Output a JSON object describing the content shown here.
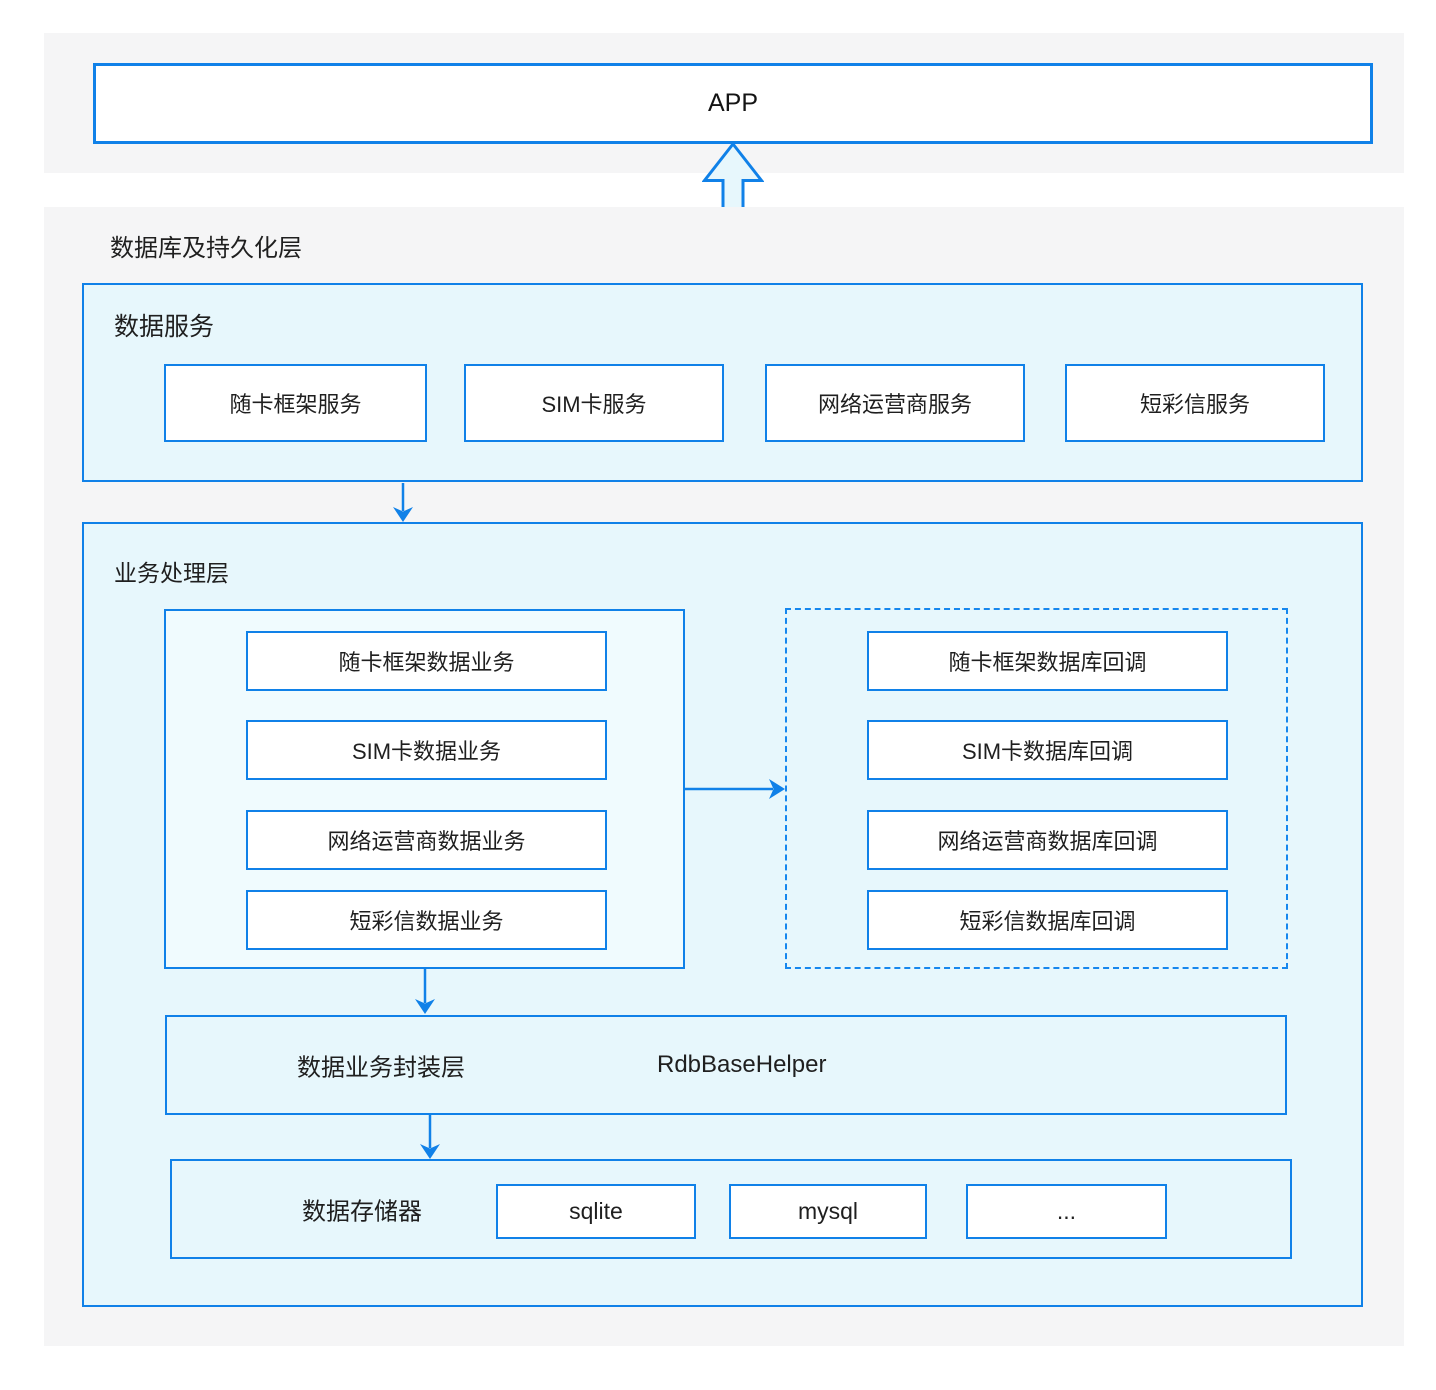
{
  "colors": {
    "accent_blue": "#1081e8",
    "dashed_blue": "#1687ee",
    "band_gray": "#f5f5f6",
    "panel_cyan": "#e7f7fc",
    "inner_cyan": "#f0fbfe",
    "box_white": "#ffffff",
    "text": "#1f1f1f"
  },
  "diagram": {
    "app": {
      "label": "APP"
    },
    "persistence": {
      "title": "数据库及持久化层",
      "data_service": {
        "title": "数据服务",
        "services": [
          "随卡框架服务",
          "SIM卡服务",
          "网络运营商服务",
          "短彩信服务"
        ]
      },
      "business": {
        "title": "业务处理层",
        "data_business": [
          "随卡框架数据业务",
          "SIM卡数据业务",
          "网络运营商数据业务",
          "短彩信数据业务"
        ],
        "db_callbacks": [
          "随卡框架数据库回调",
          "SIM卡数据库回调",
          "网络运营商数据库回调",
          "短彩信数据库回调"
        ],
        "wrapper": {
          "label": "数据业务封装层",
          "component": "RdbBaseHelper"
        },
        "storage": {
          "label": "数据存储器",
          "engines": [
            "sqlite",
            "mysql",
            "..."
          ]
        }
      }
    }
  }
}
